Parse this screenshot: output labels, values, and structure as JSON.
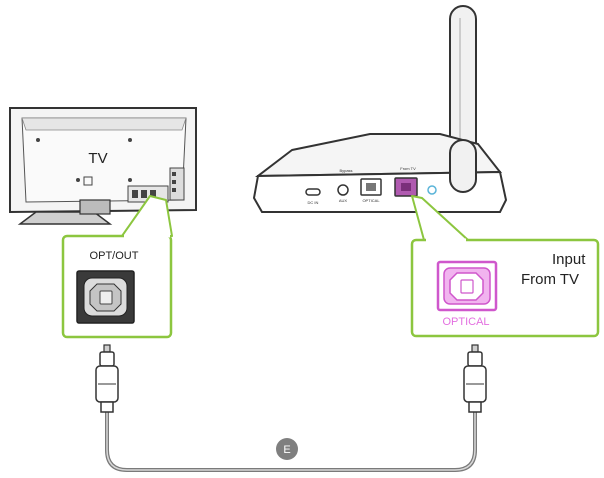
{
  "tv": {
    "label": "TV"
  },
  "tv_callout": {
    "label": "OPT/OUT"
  },
  "device_callout": {
    "heading_line1": "Input",
    "heading_line2": "From TV",
    "port_label": "OPTICAL"
  },
  "cable": {
    "badge": "E"
  },
  "colors": {
    "callout_border": "#8cc63f",
    "port_accent": "#e36fe0",
    "badge": "#7f7f7f"
  }
}
